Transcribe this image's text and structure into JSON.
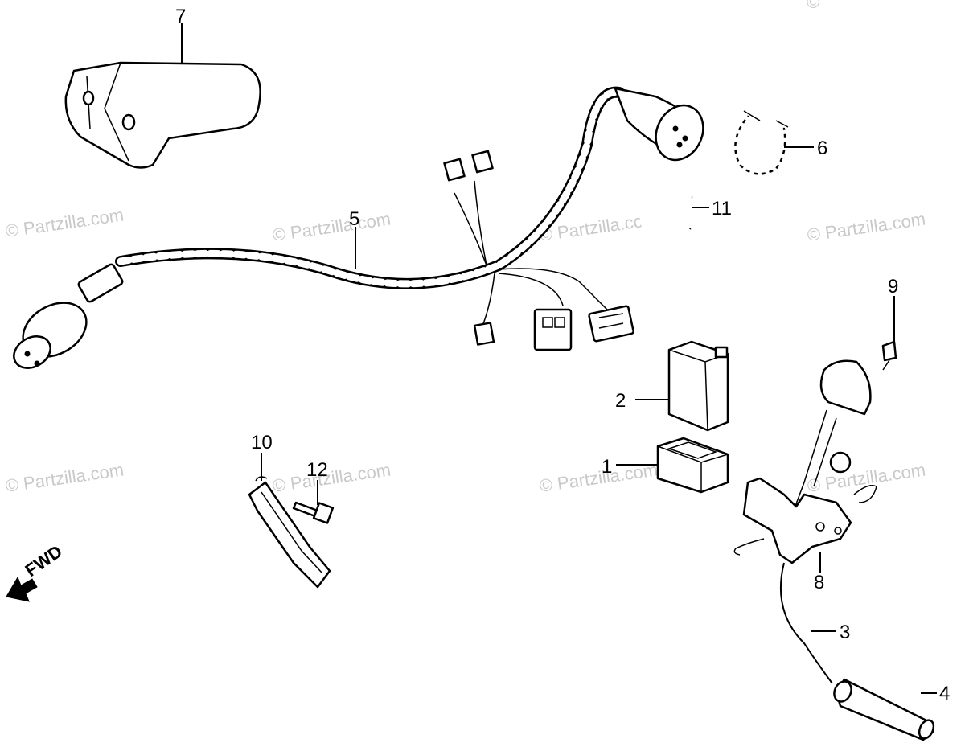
{
  "watermarks": [
    "© Partzilla.com",
    "© Partzilla.com",
    "© Partzilla.com",
    "© Partzilla.com",
    "© Partzilla.com",
    "© Partzilla.com",
    "© Partzilla.com",
    "© Partzilla.com"
  ],
  "corner_mark": "©",
  "direction_label": "FWD",
  "callouts": [
    {
      "id": "1",
      "label": "1"
    },
    {
      "id": "2",
      "label": "2"
    },
    {
      "id": "3",
      "label": "3"
    },
    {
      "id": "4",
      "label": "4"
    },
    {
      "id": "5",
      "label": "5"
    },
    {
      "id": "6",
      "label": "6"
    },
    {
      "id": "7",
      "label": "7"
    },
    {
      "id": "8",
      "label": "8"
    },
    {
      "id": "9",
      "label": "9"
    },
    {
      "id": "10",
      "label": "10"
    },
    {
      "id": "11",
      "label": "11"
    },
    {
      "id": "12",
      "label": "12"
    }
  ]
}
